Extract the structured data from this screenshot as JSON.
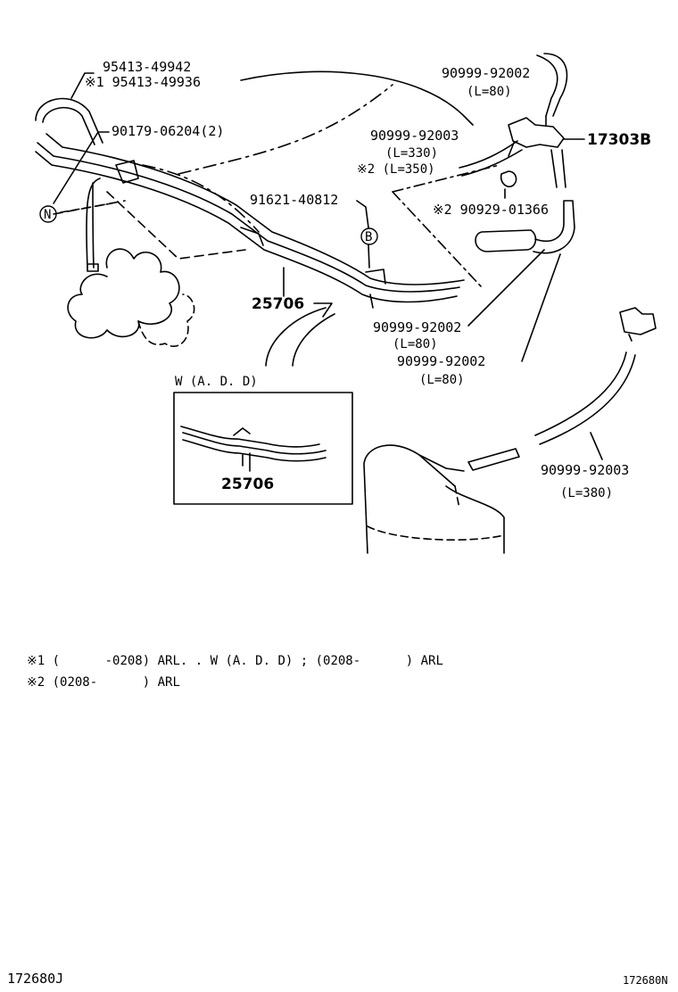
{
  "labels": {
    "p95413_49942": "95413-49942",
    "p195413_49936": "※1 95413-49936",
    "p90179": "90179-06204(2)",
    "p90999_92002_top": "90999-92002",
    "l80_top": "(L=80)",
    "p17303b": "17303B",
    "p90999_92003_mid": "90999-92003",
    "l330": "(L=330)",
    "l350": "※2 (L=350)",
    "p91621": "91621-40812",
    "p90929": "※2 90929-01366",
    "p25706_main": "25706",
    "p90999_92002_a": "90999-92002",
    "l80_a": "(L=80)",
    "p90999_92002_b": "90999-92002",
    "l80_b": "(L=80)",
    "p90999_92003_low": "90999-92003",
    "l380": "(L=380)",
    "inset_title": "W (A. D. D)",
    "p25706_inset": "25706",
    "mark_n": "N",
    "mark_b": "B"
  },
  "notes": {
    "note1": "※1 (      -0208) ARL. . W (A. D. D) ; (0208-      ) ARL",
    "note2": "※2 (0208-      ) ARL"
  },
  "codes": {
    "left": "172680J",
    "right": "172680N"
  }
}
